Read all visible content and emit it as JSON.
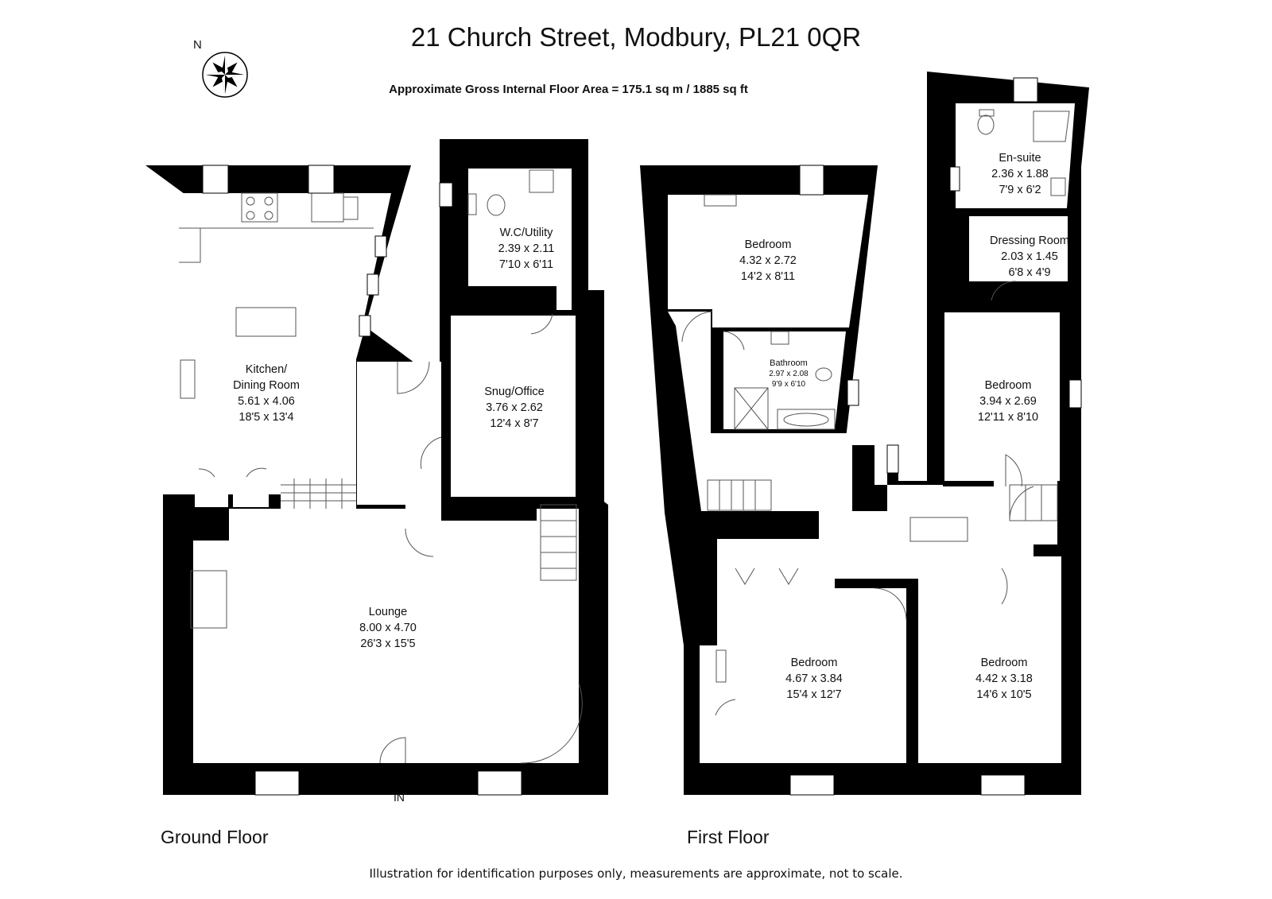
{
  "title": "21 Church Street, Modbury, PL21 0QR",
  "subtitle": "Approximate Gross Internal Floor Area  = 175.1 sq m / 1885 sq ft",
  "compass_label": "N",
  "entrance_label": "IN",
  "floors": {
    "ground": {
      "label": "Ground Floor",
      "rooms": [
        {
          "name": "Kitchen/",
          "name2": "Dining Room",
          "metric": "5.61 x 4.06",
          "imperial": "18'5 x 13'4"
        },
        {
          "name": "W.C/Utility",
          "metric": "2.39 x 2.11",
          "imperial": "7'10 x 6'11"
        },
        {
          "name": "Snug/Office",
          "metric": "3.76 x 2.62",
          "imperial": "12'4 x 8'7"
        },
        {
          "name": "Lounge",
          "metric": "8.00 x 4.70",
          "imperial": "26'3 x 15'5"
        }
      ]
    },
    "first": {
      "label": "First Floor",
      "rooms": [
        {
          "name": "Bedroom",
          "metric": "4.32 x 2.72",
          "imperial": "14'2 x 8'11"
        },
        {
          "name": "Bathroom",
          "metric": "2.97 x 2.08",
          "imperial": "9'9 x 6'10"
        },
        {
          "name": "En-suite",
          "metric": "2.36 x 1.88",
          "imperial": "7'9 x 6'2"
        },
        {
          "name": "Dressing Room",
          "metric": "2.03 x 1.45",
          "imperial": "6'8 x 4'9"
        },
        {
          "name": "Bedroom",
          "metric": "3.94 x 2.69",
          "imperial": "12'11 x 8'10"
        },
        {
          "name": "Bedroom",
          "metric": "4.67 x 3.84",
          "imperial": "15'4 x 12'7"
        },
        {
          "name": "Bedroom",
          "metric": "4.42 x 3.18",
          "imperial": "14'6 x 10'5"
        }
      ]
    }
  },
  "footer": "Illustration for identification purposes only, measurements are approximate, not to scale.",
  "colors": {
    "wall": "#000000",
    "background": "#ffffff",
    "fixture_line": "#555555"
  }
}
